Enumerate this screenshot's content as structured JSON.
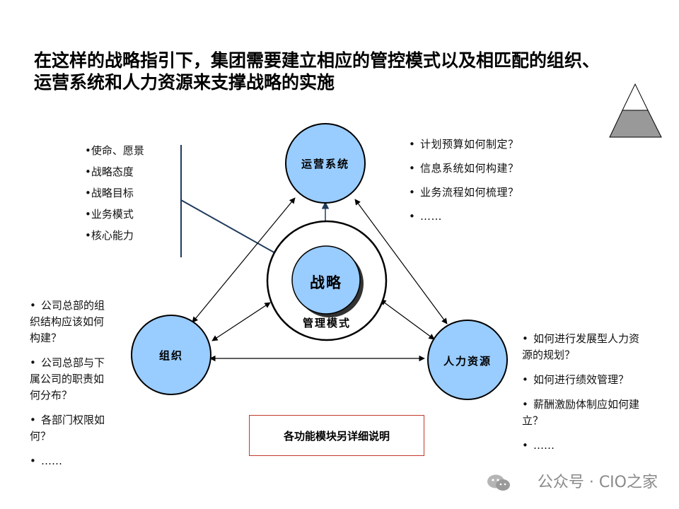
{
  "title": {
    "line1": "在这样的战略指引下，集团需要建立相应的管控模式以及相匹配的组织、",
    "line2": "运营系统和人力资源来支撑战略的实施"
  },
  "diagram": {
    "center": "战略",
    "ring": "管理模式",
    "ops": "运营系统",
    "org": "组织",
    "hr": "人力资源"
  },
  "strategy_items": [
    "使命、愿景",
    "战略态度",
    "战略目标",
    "业务模式",
    "核心能力"
  ],
  "ops_items": [
    "计划预算如何制定？",
    "信息系统如何构建？",
    "业务流程如何梳理？",
    "……"
  ],
  "org_items": [
    "公司总部的组织结构应该如何构建？",
    "公司总部与下属公司的职责如何分布？",
    "各部门权限如何？",
    "……"
  ],
  "hr_items": [
    "如何进行发展型人力资源的规划？",
    "如何进行绩效管理？",
    "薪酬激励体制应如何建立？",
    "……"
  ],
  "note": "各功能模块另详细说明",
  "watermark": "公众号 · CIO之家",
  "colors": {
    "node_fill": "#99ccff",
    "node_stroke": "#000000",
    "connector": "#1f3b5c",
    "note_border": "#c0392b",
    "pyramid_bottom": "#999999"
  }
}
